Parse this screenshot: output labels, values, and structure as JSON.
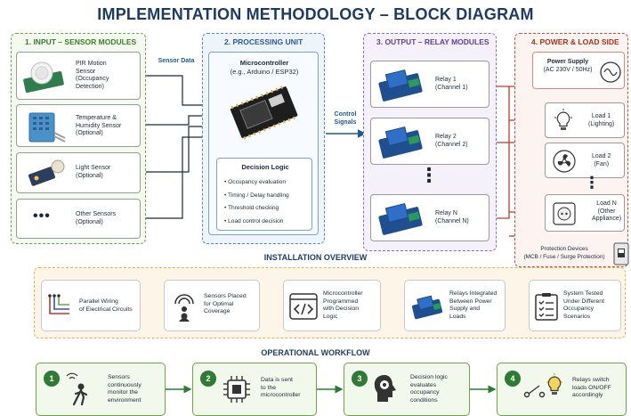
{
  "title": "IMPLEMENTATION METHODOLOGY – BLOCK DIAGRAM",
  "input": {
    "title": "1. INPUT – SENSOR MODULES",
    "sensors": [
      {
        "l1": "PIR Motion",
        "l2": "Sensor",
        "l3": "(Occupancy",
        "l4": "Detection)"
      },
      {
        "l1": "Temperature &",
        "l2": "Humidity Sensor",
        "l3": "(Optional)"
      },
      {
        "l1": "Light Sensor",
        "l2": "(Optional)"
      },
      {
        "l1": "Other Sensors",
        "l2": "(Optional)"
      }
    ],
    "dots": "•••"
  },
  "sensor_data_label": "Sensor Data",
  "processing": {
    "title": "2. PROCESSING UNIT",
    "mc_l1": "Microcontroller",
    "mc_l2": "(e.g., Arduino / ESP32)",
    "logic_title": "Decision Logic",
    "logic_items": [
      "Occupancy evaluation",
      "Timing / Delay handling",
      "Threshold checking",
      "Load control decision"
    ]
  },
  "control_signals": {
    "l1": "Control",
    "l2": "Signals"
  },
  "output": {
    "title": "3. OUTPUT – RELAY MODULES",
    "relays": [
      {
        "l1": "Relay 1",
        "l2": "(Channel 1)"
      },
      {
        "l1": "Relay 2",
        "l2": "(Channel 2)"
      },
      {
        "l1": "Relay N",
        "l2": "(Channel N)"
      }
    ],
    "vdots": "⋮"
  },
  "power": {
    "title": "4. POWER & LOAD SIDE",
    "supply_l1": "Power Supply",
    "supply_l2": "(AC 230V / 50Hz)",
    "loads": [
      {
        "l1": "Load 1",
        "l2": "(Lighting)"
      },
      {
        "l1": "Load 2",
        "l2": "(Fan)"
      },
      {
        "l1": "Load N",
        "l2": "(Other",
        "l3": "Appliance)"
      }
    ],
    "vdots": "⋮",
    "prot_l1": "Protection Devices",
    "prot_l2": "(MCB / Fuse / Surge Protection)"
  },
  "installation": {
    "title": "INSTALLATION OVERVIEW",
    "steps": [
      {
        "l1": "Parallel Wiring",
        "l2": "of Electrical Circuits"
      },
      {
        "l1": "Sensors Placed",
        "l2": "for Optimal",
        "l3": "Coverage"
      },
      {
        "l1": "Microcontroller",
        "l2": "Programmed",
        "l3": "with Decision",
        "l4": "Logic"
      },
      {
        "l1": "Relays Integrated",
        "l2": "Between Power",
        "l3": "Supply and",
        "l4": "Loads"
      },
      {
        "l1": "System Tested",
        "l2": "Under Different",
        "l3": "Occupancy",
        "l4": "Scenarios"
      }
    ]
  },
  "workflow": {
    "title": "OPERATIONAL WORKFLOW",
    "steps": [
      {
        "num": "1",
        "l1": "Sensors",
        "l2": "continuously",
        "l3": "monitor the",
        "l4": "environment"
      },
      {
        "num": "2",
        "l1": "Data is sent",
        "l2": "to the",
        "l3": "microcontroller"
      },
      {
        "num": "3",
        "l1": "Decision logic",
        "l2": "evaluates",
        "l3": "occupancy",
        "l4": "conditions"
      },
      {
        "num": "4",
        "l1": "Relays switch",
        "l2": "loads ON/OFF",
        "l3": "accordingly"
      }
    ]
  },
  "colors": {
    "title": "#1f3a5f",
    "input_green": "#6ea34b",
    "processing_blue": "#5b86c5",
    "output_purple": "#8a6fb8",
    "power_red": "#c8503d",
    "arrow_blue": "#1d5b8c",
    "arrow_red": "#c0392b",
    "install_orange": "#e3b15e",
    "workflow_green": "#2f7a34"
  }
}
